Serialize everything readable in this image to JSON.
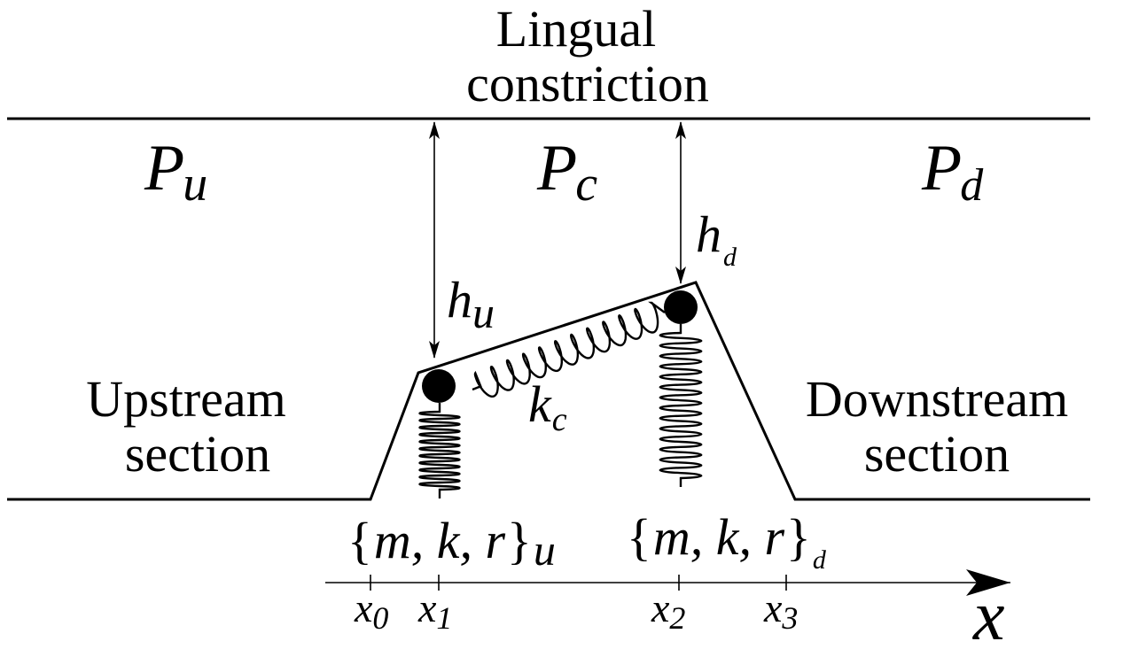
{
  "labels": {
    "constriction_line1": "Lingual",
    "constriction_line2": "constriction",
    "upstream_line1": "Upstream",
    "upstream_line2": "section",
    "downstream_line1": "Downstream",
    "downstream_line2": "section"
  },
  "pressures": {
    "upstream": {
      "base": "P",
      "sub": "u"
    },
    "constriction": {
      "base": "P",
      "sub": "c"
    },
    "downstream": {
      "base": "P",
      "sub": "d"
    }
  },
  "heights": {
    "upstream": {
      "base": "h",
      "sub": "u"
    },
    "downstream": {
      "base": "h",
      "sub": "d"
    }
  },
  "coupling_spring": {
    "base": "k",
    "sub": "c"
  },
  "parameter_sets": {
    "upstream": {
      "open": "{",
      "body": "m, k, r",
      "close": "}",
      "sub": "u"
    },
    "downstream": {
      "open": "{",
      "body": "m, k, r",
      "close": "}",
      "sub": "d"
    }
  },
  "axis": {
    "label": "x",
    "ticks": [
      {
        "base": "x",
        "sub": "0"
      },
      {
        "base": "x",
        "sub": "1"
      },
      {
        "base": "x",
        "sub": "2"
      },
      {
        "base": "x",
        "sub": "3"
      }
    ]
  },
  "colors": {
    "ink": "#000000",
    "background": "#ffffff"
  }
}
